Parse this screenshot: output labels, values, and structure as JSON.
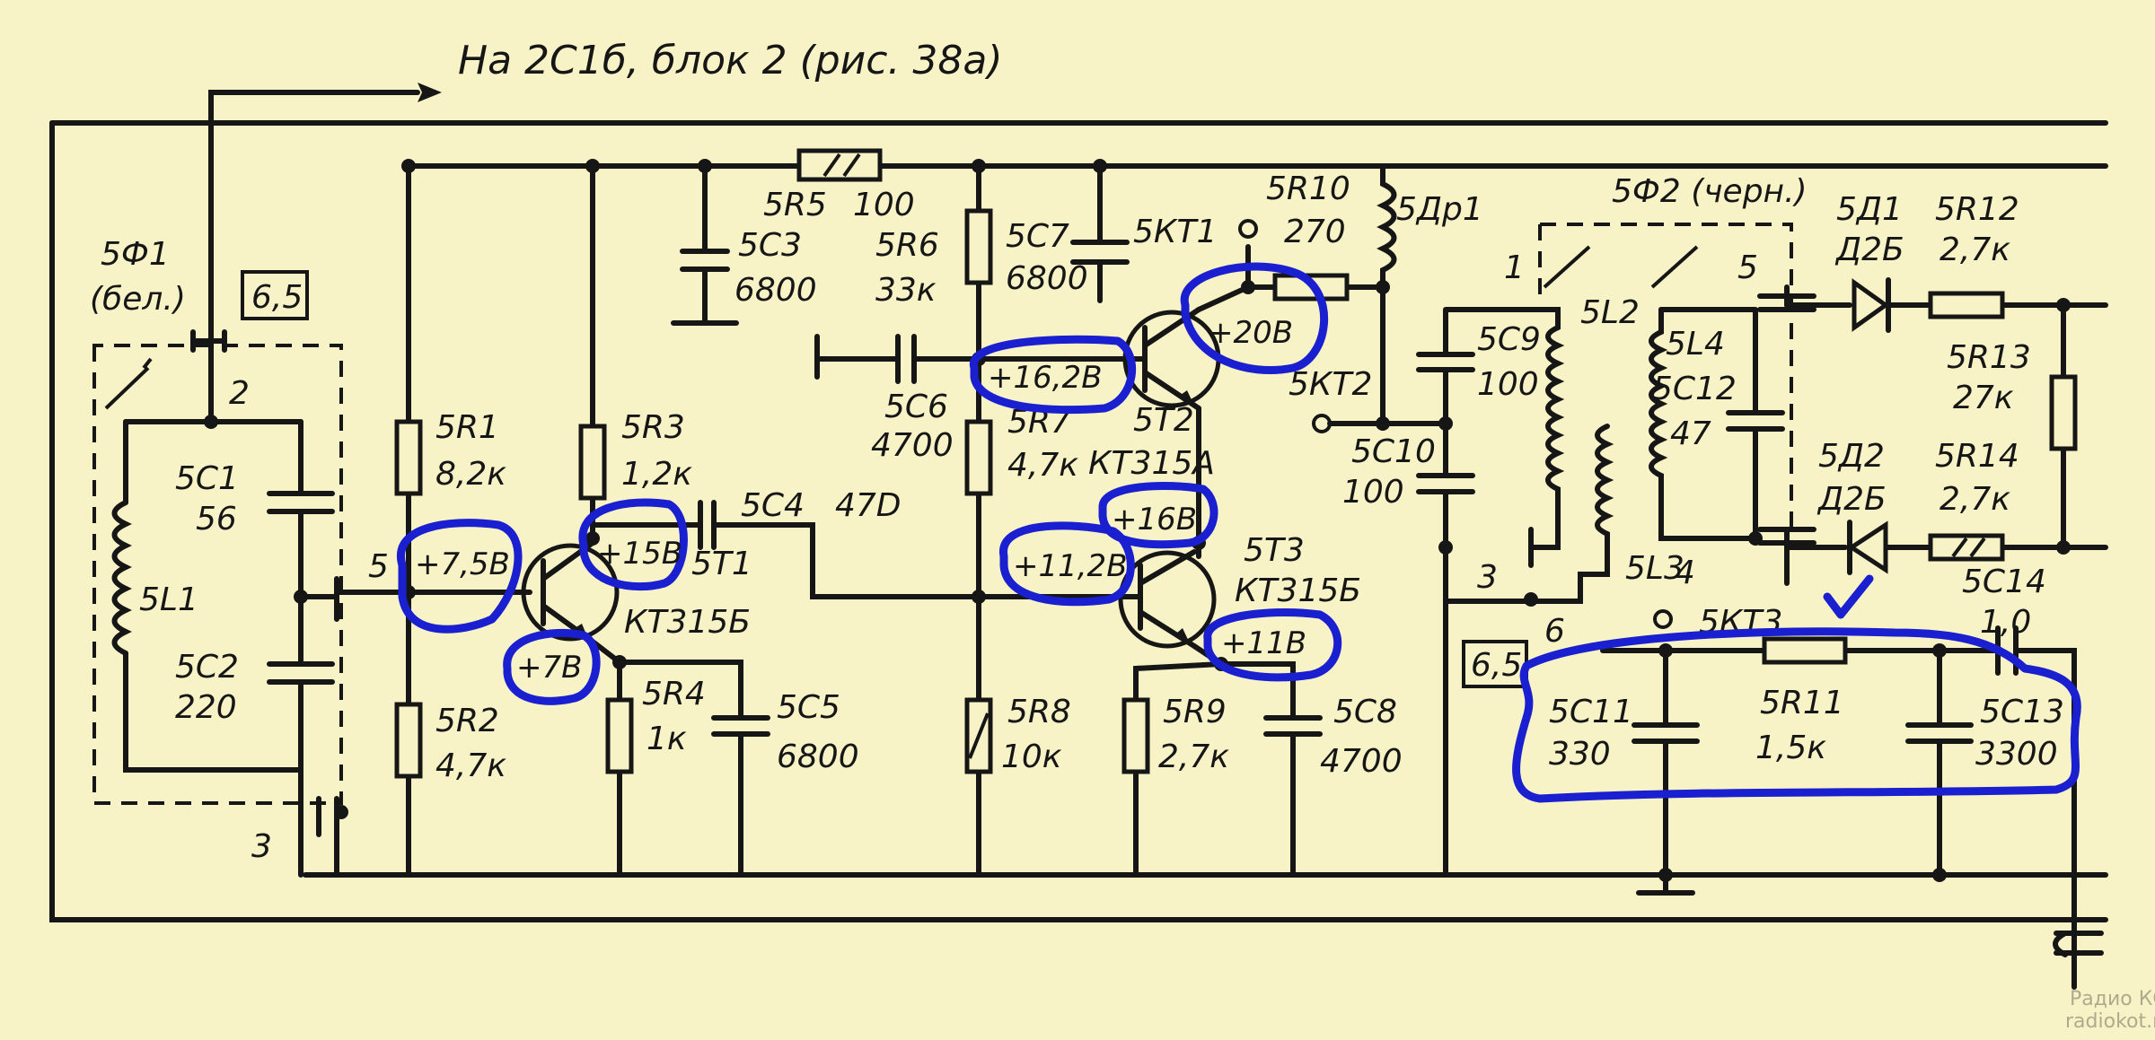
{
  "header": {
    "title": "На 2С1б, блок 2 (рис. 38а)"
  },
  "filters": {
    "f1": {
      "label": "5Ф1",
      "sub": "(бел.)",
      "box": "6,5"
    },
    "f2": {
      "label": "5Ф2 (черн.)"
    }
  },
  "components": {
    "L1": "5L1",
    "C1": {
      "ref": "5С1",
      "value": "56"
    },
    "C2": {
      "ref": "5С2",
      "value": "220"
    },
    "R1": {
      "ref": "5R1",
      "value": "8,2к"
    },
    "R2": {
      "ref": "5R2",
      "value": "4,7к"
    },
    "R3": {
      "ref": "5R3",
      "value": "1,2к"
    },
    "R4": {
      "ref": "5R4",
      "value": "1к"
    },
    "T1": {
      "ref": "5Т1",
      "type": "КТ315Б"
    },
    "C4": {
      "ref": "5С4",
      "value": "47D"
    },
    "C5": {
      "ref": "5С5",
      "value": "6800"
    },
    "R5": {
      "ref": "5R5",
      "value": "100"
    },
    "C3": {
      "ref": "5С3",
      "value": "6800"
    },
    "R6": {
      "ref": "5R6",
      "value": "33к"
    },
    "C6": {
      "ref": "5С6",
      "value": "4700"
    },
    "C7": {
      "ref": "5С7",
      "value": "6800"
    },
    "R7": {
      "ref": "5R7",
      "value": "4,7к"
    },
    "T2": {
      "ref": "5Т2",
      "type": "КТ315А"
    },
    "KT1": "5КТ1",
    "KT2": "5КТ2",
    "R8": {
      "ref": "5R8",
      "value": "10к"
    },
    "R9": {
      "ref": "5R9",
      "value": "2,7к"
    },
    "C8": {
      "ref": "5С8",
      "value": "4700"
    },
    "T3": {
      "ref": "5Т3",
      "type": "КТ315Б"
    },
    "R10": {
      "ref": "5R10",
      "value": "270"
    },
    "Dr1": "5Др1",
    "C9": {
      "ref": "5С9",
      "value": "100"
    },
    "C10": {
      "ref": "5С10",
      "value": "100"
    },
    "L2": "5L2",
    "L3": "5L3",
    "L4": "5L4",
    "C12": {
      "ref": "5С12",
      "value": "47"
    },
    "KT3": "5КТ3",
    "D1": {
      "ref": "5Д1",
      "type": "Д2Б"
    },
    "D2": {
      "ref": "5Д2",
      "type": "Д2Б"
    },
    "R12": {
      "ref": "5R12",
      "value": "2,7к"
    },
    "R13": {
      "ref": "5R13",
      "value": "27к"
    },
    "R14": {
      "ref": "5R14",
      "value": "2,7к"
    },
    "C11": {
      "ref": "5С11",
      "value": "330"
    },
    "R11": {
      "ref": "5R11",
      "value": "1,5к"
    },
    "C13": {
      "ref": "5С13",
      "value": "3300"
    },
    "C14": {
      "ref": "5С14",
      "value": "1,0"
    }
  },
  "pins": {
    "p1": "1",
    "p2": "2",
    "p3": "3",
    "p4": "4",
    "p5": "5",
    "p6": "6",
    "f1_p2": "2",
    "f1_p3": "3",
    "f1_p5": "5",
    "box2": "6,5"
  },
  "voltages": {
    "v1": "+7,5В",
    "v2": "+15В",
    "v3": "+7В",
    "v4": "+16,2В",
    "v5": "+20В",
    "v6": "+16В",
    "v7": "+11,2В",
    "v8": "+11В"
  },
  "annotation": {
    "check": "✓"
  },
  "watermark": {
    "site": "radiokot.ru",
    "logo": "Радио КОТ"
  }
}
